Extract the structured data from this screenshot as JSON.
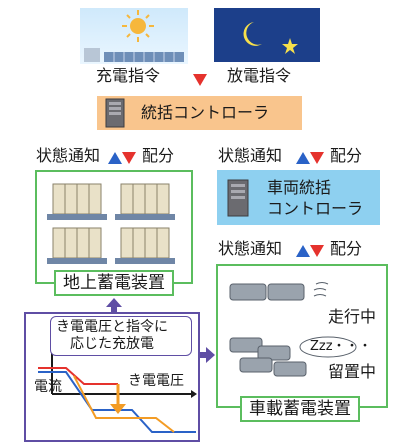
{
  "top": {
    "charge_command": "充電指令",
    "discharge_command": "放電指令"
  },
  "integrated_controller": {
    "label": "統括コントローラ"
  },
  "left_status": {
    "status": "状態通知",
    "dist": "配分"
  },
  "right_status": {
    "status": "状態通知",
    "dist": "配分"
  },
  "vehicle_controller": {
    "line1": "車両統括",
    "line2": "コントローラ"
  },
  "right_status2": {
    "status": "状態通知",
    "dist": "配分"
  },
  "ground_storage": {
    "label": "地上蓄電装置"
  },
  "onboard_storage": {
    "label": "車載蓄電装置",
    "running": "走行中",
    "parked": "留置中",
    "sleep_bubble": "Zzz・・・"
  },
  "graph": {
    "caption_line1": "き電電圧と指令に",
    "caption_line2": "応じた充放電",
    "y_label": "電流",
    "x_label": "き電電圧"
  },
  "colors": {
    "green_border": "#5bbd5e",
    "purple_border": "#5f4ea4",
    "controller_bg": "#f9c58d",
    "vehicle_ctrl_bg": "#8ed0f0",
    "triangle_up": "#2a62c7",
    "triangle_down": "#e5322d"
  }
}
